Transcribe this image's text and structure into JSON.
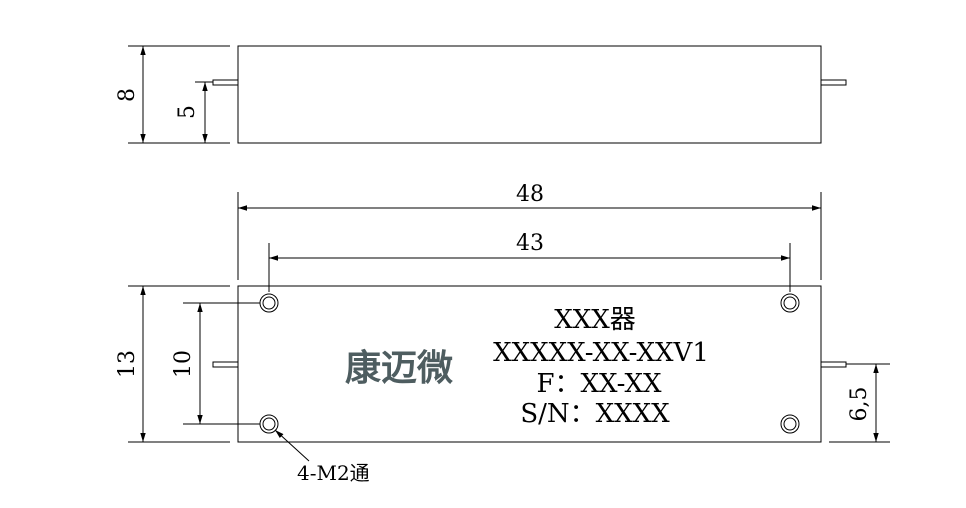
{
  "drawing": {
    "dims": {
      "side_height": "8",
      "side_pin_height": "5",
      "overall_length": "48",
      "hole_spacing": "43",
      "body_height": "13",
      "hole_vertical_spacing": "10",
      "pin_height": "6,5"
    },
    "label": {
      "line1": "XXX器",
      "line2": "XXXXX-XX-XXV1",
      "line3": "F：XX-XX",
      "line4": "S/N：XXXX"
    },
    "logo": "康迈微",
    "hole_note": "4-M2通"
  }
}
